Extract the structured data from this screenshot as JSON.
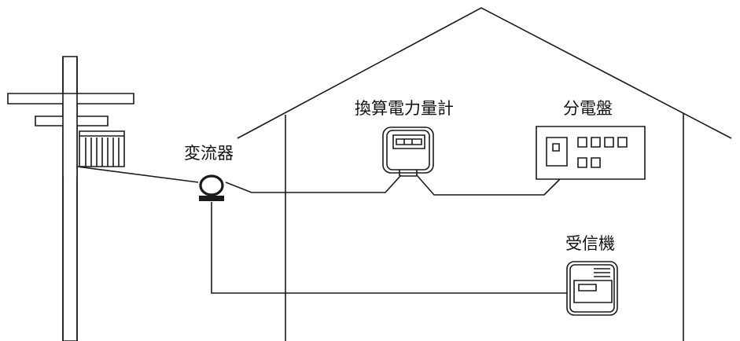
{
  "labels": {
    "current_transformer": "変流器",
    "converter_meter": "換算電力量計",
    "distribution_board": "分電盤",
    "receiver": "受信機"
  },
  "colors": {
    "line": "#1a1a1a",
    "background": "#ffffff"
  }
}
